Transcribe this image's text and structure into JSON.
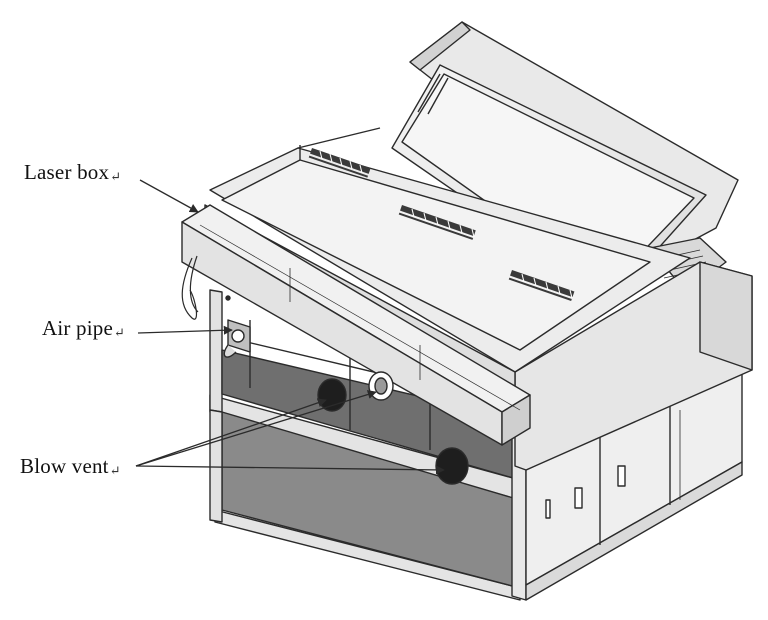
{
  "callouts": {
    "laser_box": "Laser box",
    "air_pipe": "Air pipe",
    "blow_vent": "Blow vent"
  },
  "marker": "↵",
  "colors": {
    "line": "#2b2b2b",
    "panel": "#ececec",
    "cavity": "#6f6f6f",
    "fan": "#1e1e1e"
  }
}
